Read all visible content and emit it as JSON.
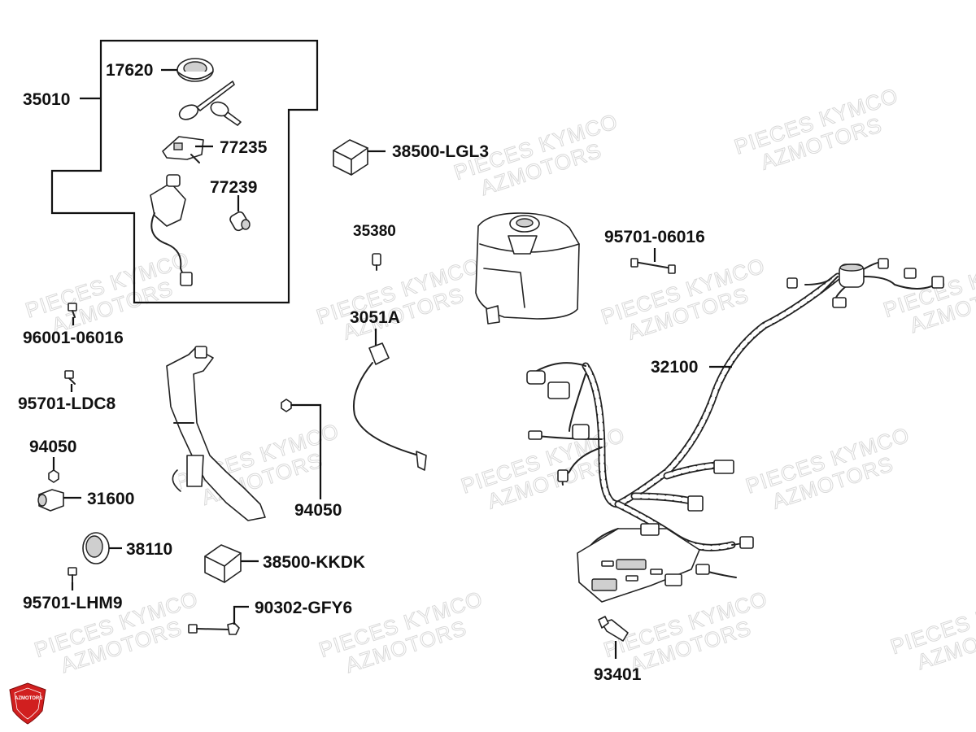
{
  "watermark": {
    "line1": "PIECES KYMCO",
    "line2": "AZMOTORS"
  },
  "logo": {
    "text": "AZMOTORS",
    "color": "#d11f1f"
  },
  "parts": {
    "p17620": "17620",
    "p35010": "35010",
    "p77235": "77235",
    "p77239": "77239",
    "p38500_LGL3": "38500-LGL3",
    "p35380": "35380",
    "p95701_06016": "95701-06016",
    "p96001_06016": "96001-06016",
    "p3051A": "3051A",
    "p32100": "32100",
    "p95701_LDC8": "95701-LDC8",
    "p94050_a": "94050",
    "p94050_b": "94050",
    "p31600": "31600",
    "p38110": "38110",
    "p38500_KKDK": "38500-KKDK",
    "p95701_LHM9": "95701-LHM9",
    "p90302_GFY6": "90302-GFY6",
    "p93401": "93401"
  }
}
